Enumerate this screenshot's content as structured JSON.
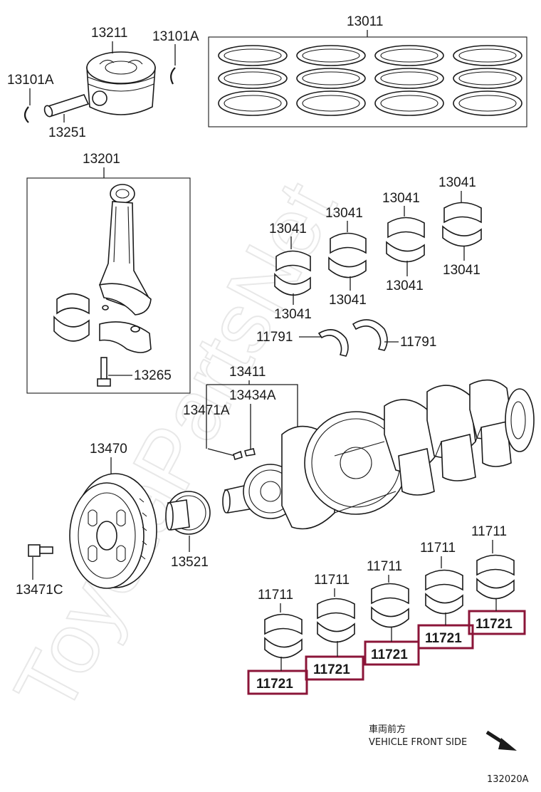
{
  "diagram": {
    "labels": {
      "piston": "13211",
      "snap_ring_top": "13101A",
      "snap_ring_left": "13101A",
      "piston_pin": "13251",
      "ring_set": "13011",
      "connecting_rod": "13201",
      "rod_bolt": "13265",
      "rod_bearing_a1": "13041",
      "rod_bearing_a2": "13041",
      "rod_bearing_b1": "13041",
      "rod_bearing_b2": "13041",
      "rod_bearing_c1": "13041",
      "rod_bearing_c2": "13041",
      "rod_bearing_d1": "13041",
      "rod_bearing_d2": "13041",
      "thrust_washer_left": "11791",
      "thrust_washer_right": "11791",
      "crankshaft": "13411",
      "key_a": "13434A",
      "key_b": "13471A",
      "pulley": "13470",
      "pulley_bolt": "13471C",
      "timing_gear": "13521",
      "main_upper_1": "11711",
      "main_upper_2": "11711",
      "main_upper_3": "11711",
      "main_upper_4": "11711",
      "main_upper_5": "11711",
      "main_lower_1": "11721",
      "main_lower_2": "11721",
      "main_lower_3": "11721",
      "main_lower_4": "11721",
      "main_lower_5": "11721"
    },
    "direction_jp": "車両前方",
    "direction_en": "VEHICLE FRONT SIDE",
    "diagram_code": "132020A",
    "watermark": "ToyotaPartsNet",
    "highlight_color": "#8b1538"
  }
}
